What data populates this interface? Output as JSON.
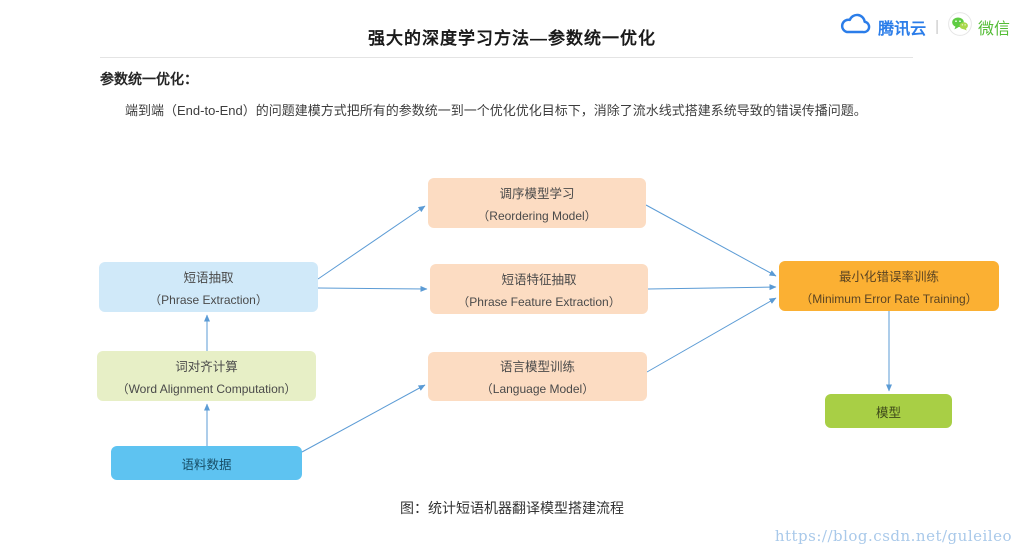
{
  "header": {
    "title": "强大的深度学习方法—参数统一优化",
    "brand": {
      "tencent_cloud_label": "腾讯云",
      "separator": "|",
      "wechat_label": "微信",
      "tencent_blue": "#2b7de9",
      "wechat_green": "#53bc35"
    }
  },
  "section": {
    "heading": "参数统一优化：",
    "paragraph": "端到端（End-to-End）的问题建模方式把所有的参数统一到一个优化优化目标下，消除了流水线式搭建系统导致的错误传播问题。"
  },
  "diagram": {
    "arrow_color": "#5b9bd5",
    "nodes": [
      {
        "id": "reordering-model",
        "line1": "调序模型学习",
        "line2": "（Reordering Model）",
        "color": "#fcdcc2"
      },
      {
        "id": "phrase-extraction",
        "line1": "短语抽取",
        "line2": "（Phrase Extraction）",
        "color": "#d0e9f9"
      },
      {
        "id": "phrase-feature-extraction",
        "line1": "短语特征抽取",
        "line2": "（Phrase Feature Extraction）",
        "color": "#fcdcc2"
      },
      {
        "id": "minimum-error-rate-training",
        "line1": "最小化错误率训练",
        "line2": "（Minimum Error Rate Training）",
        "color": "#fbb033"
      },
      {
        "id": "word-alignment-computation",
        "line1": "词对齐计算",
        "line2": "（Word Alignment Computation）",
        "color": "#e7efc6"
      },
      {
        "id": "language-model",
        "line1": "语言模型训练",
        "line2": "（Language Model）",
        "color": "#fcdcc2"
      },
      {
        "id": "model",
        "line1": "模型",
        "color": "#a8cf45"
      },
      {
        "id": "corpus-data",
        "line1": "语料数据",
        "color": "#5ec3f1"
      }
    ],
    "edges": [
      {
        "from": "短语抽取",
        "to": "调序模型学习"
      },
      {
        "from": "短语抽取",
        "to": "短语特征抽取"
      },
      {
        "from": "调序模型学习",
        "to": "最小化错误率训练"
      },
      {
        "from": "短语特征抽取",
        "to": "最小化错误率训练"
      },
      {
        "from": "语言模型训练",
        "to": "最小化错误率训练"
      },
      {
        "from": "词对齐计算",
        "to": "短语抽取"
      },
      {
        "from": "语料数据",
        "to": "词对齐计算"
      },
      {
        "from": "语料数据",
        "to": "语言模型训练"
      },
      {
        "from": "最小化错误率训练",
        "to": "模型"
      }
    ],
    "caption": "图：统计短语机器翻译模型搭建流程"
  },
  "watermark": "https://blog.csdn.net/guleileo"
}
